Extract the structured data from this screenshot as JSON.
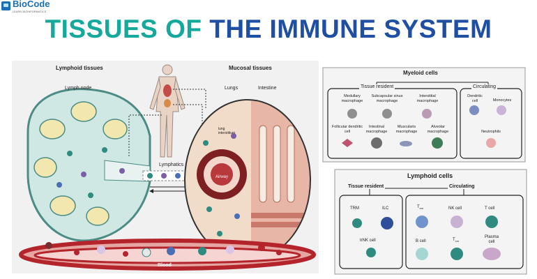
{
  "brand": {
    "name": "BioCode",
    "tagline": "LEARN BIOINFORMATICS"
  },
  "title": {
    "part1": "TISSUES OF",
    "part2": "THE IMMUNE SYSTEM"
  },
  "left_panel": {
    "lymphoid_tissues": "Lymphoid tissues",
    "lymph_node": "Lymph node",
    "mucosal_tissues": "Mucosal tissues",
    "lungs": "Lungs",
    "intestine": "Intestine",
    "lung_interstitium": "lung interstitium",
    "airway": "Airway",
    "lymphatics": "Lymphatics",
    "blood": "Blood"
  },
  "myeloid": {
    "title": "Myeloid cells",
    "tissue_resident": "Tissue resident",
    "circulating": "Circulating",
    "resident_cells": [
      "Medullary macrophage",
      "Subcapsular sinus macrophage",
      "Interstitial macrophage",
      "Follicular dendritic cell",
      "Intestinal macrophage",
      "Muscularis macrophage",
      "Alveolar macrophage"
    ],
    "circulating_cells": [
      "Dendritic cell",
      "Monocytes",
      "Neutrophils"
    ]
  },
  "lymphoid": {
    "title": "Lymphoid cells",
    "tissue_resident": "Tissue resident",
    "circulating": "Circulating",
    "resident_cells": [
      "TRM",
      "ILC",
      "trNK cell"
    ],
    "circulating_cells": [
      "NK cell",
      "T cell",
      "B cell",
      "Plasma cell"
    ],
    "tem": {
      "base": "T",
      "sub": "em"
    },
    "tcm": {
      "base": "T",
      "sub": "cm"
    }
  },
  "colors": {
    "title_teal": "#15a99c",
    "title_blue": "#1f4fa3",
    "blood_red": "#b3242b",
    "node_green": "#cfe8e4",
    "mucosal_tan": "#f1dcc9"
  }
}
